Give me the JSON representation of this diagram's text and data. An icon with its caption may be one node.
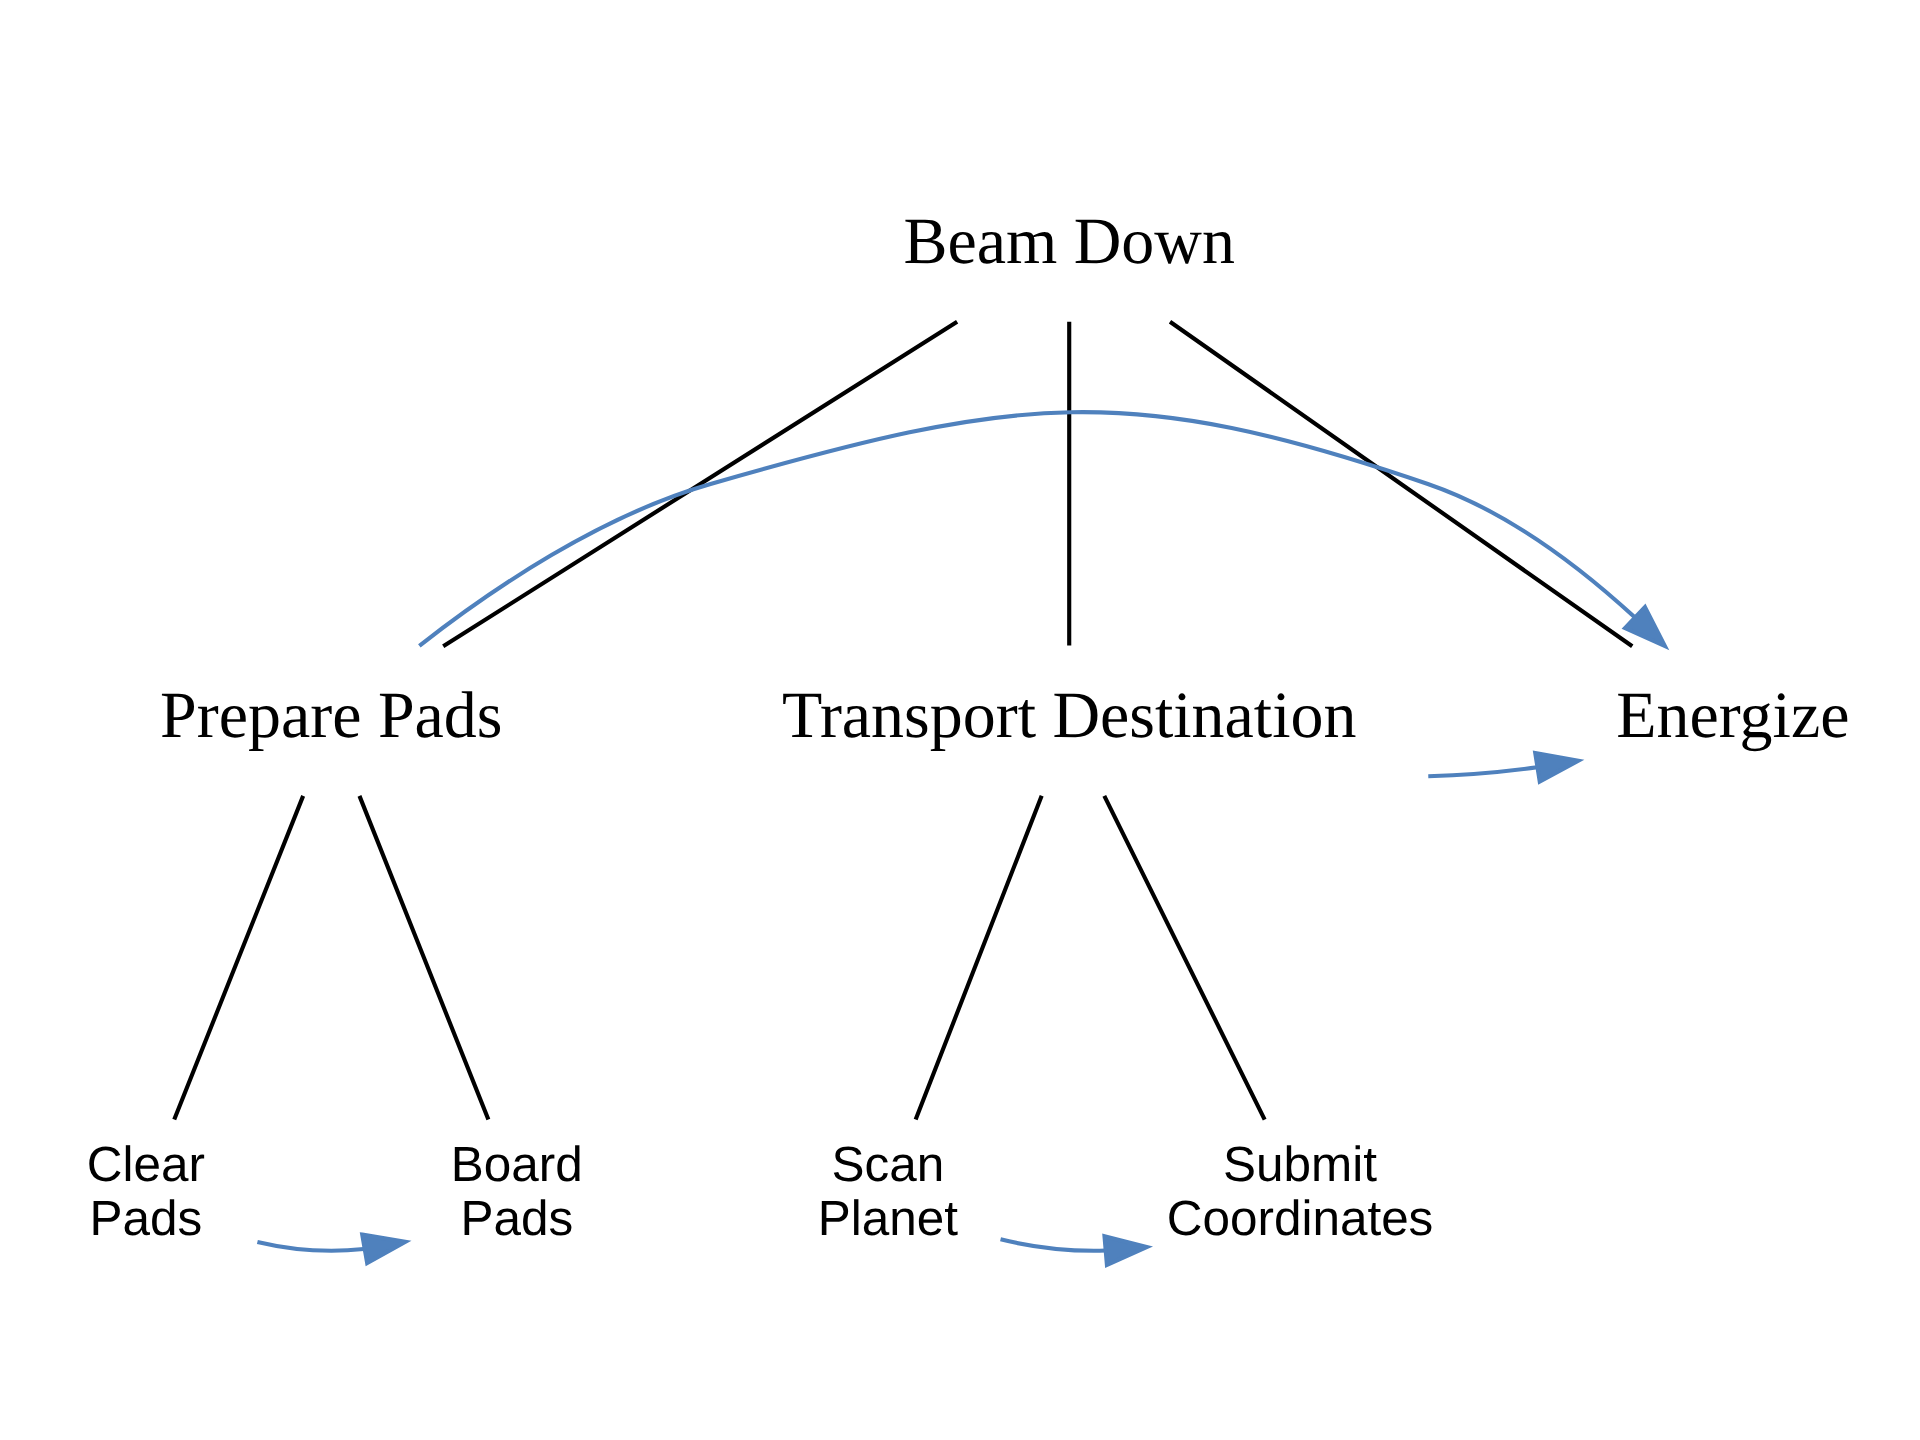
{
  "diagram": {
    "nodes": [
      {
        "text": [
          "Beam Down"
        ]
      },
      {
        "text": [
          "Prepare Pads"
        ]
      },
      {
        "text": [
          "Transport Destination"
        ]
      },
      {
        "text": [
          "Energize"
        ]
      },
      {
        "text": [
          "Clear Pads"
        ]
      },
      {
        "text": [
          "Board Pads"
        ]
      },
      {
        "text": [
          "Scan Planet"
        ]
      },
      {
        "text": [
          "Submit Coordinates"
        ]
      }
    ],
    "edges": [
      {
        "from": 0,
        "to": 1,
        "arrow": "none"
      },
      {
        "from": 0,
        "to": 2,
        "arrow": "none"
      },
      {
        "from": 0,
        "to": 3,
        "arrow": "none"
      },
      {
        "from": 1,
        "to": 4,
        "arrow": "none"
      },
      {
        "from": 1,
        "to": 5,
        "arrow": "none"
      },
      {
        "from": 2,
        "to": 6,
        "arrow": "none"
      },
      {
        "from": 2,
        "to": 7,
        "arrow": "none"
      },
      {
        "from": 2,
        "to": 3,
        "arrow": "to",
        "color": "#4f81bd"
      },
      {
        "from": 1,
        "to": 3,
        "arrow": "to",
        "color": "#4f81bd"
      },
      {
        "from": 4,
        "to": 5,
        "arrow": "to",
        "color": "#4f81bd"
      },
      {
        "from": 6,
        "to": 7,
        "arrow": "to",
        "color": "#4f81bd"
      }
    ]
  }
}
